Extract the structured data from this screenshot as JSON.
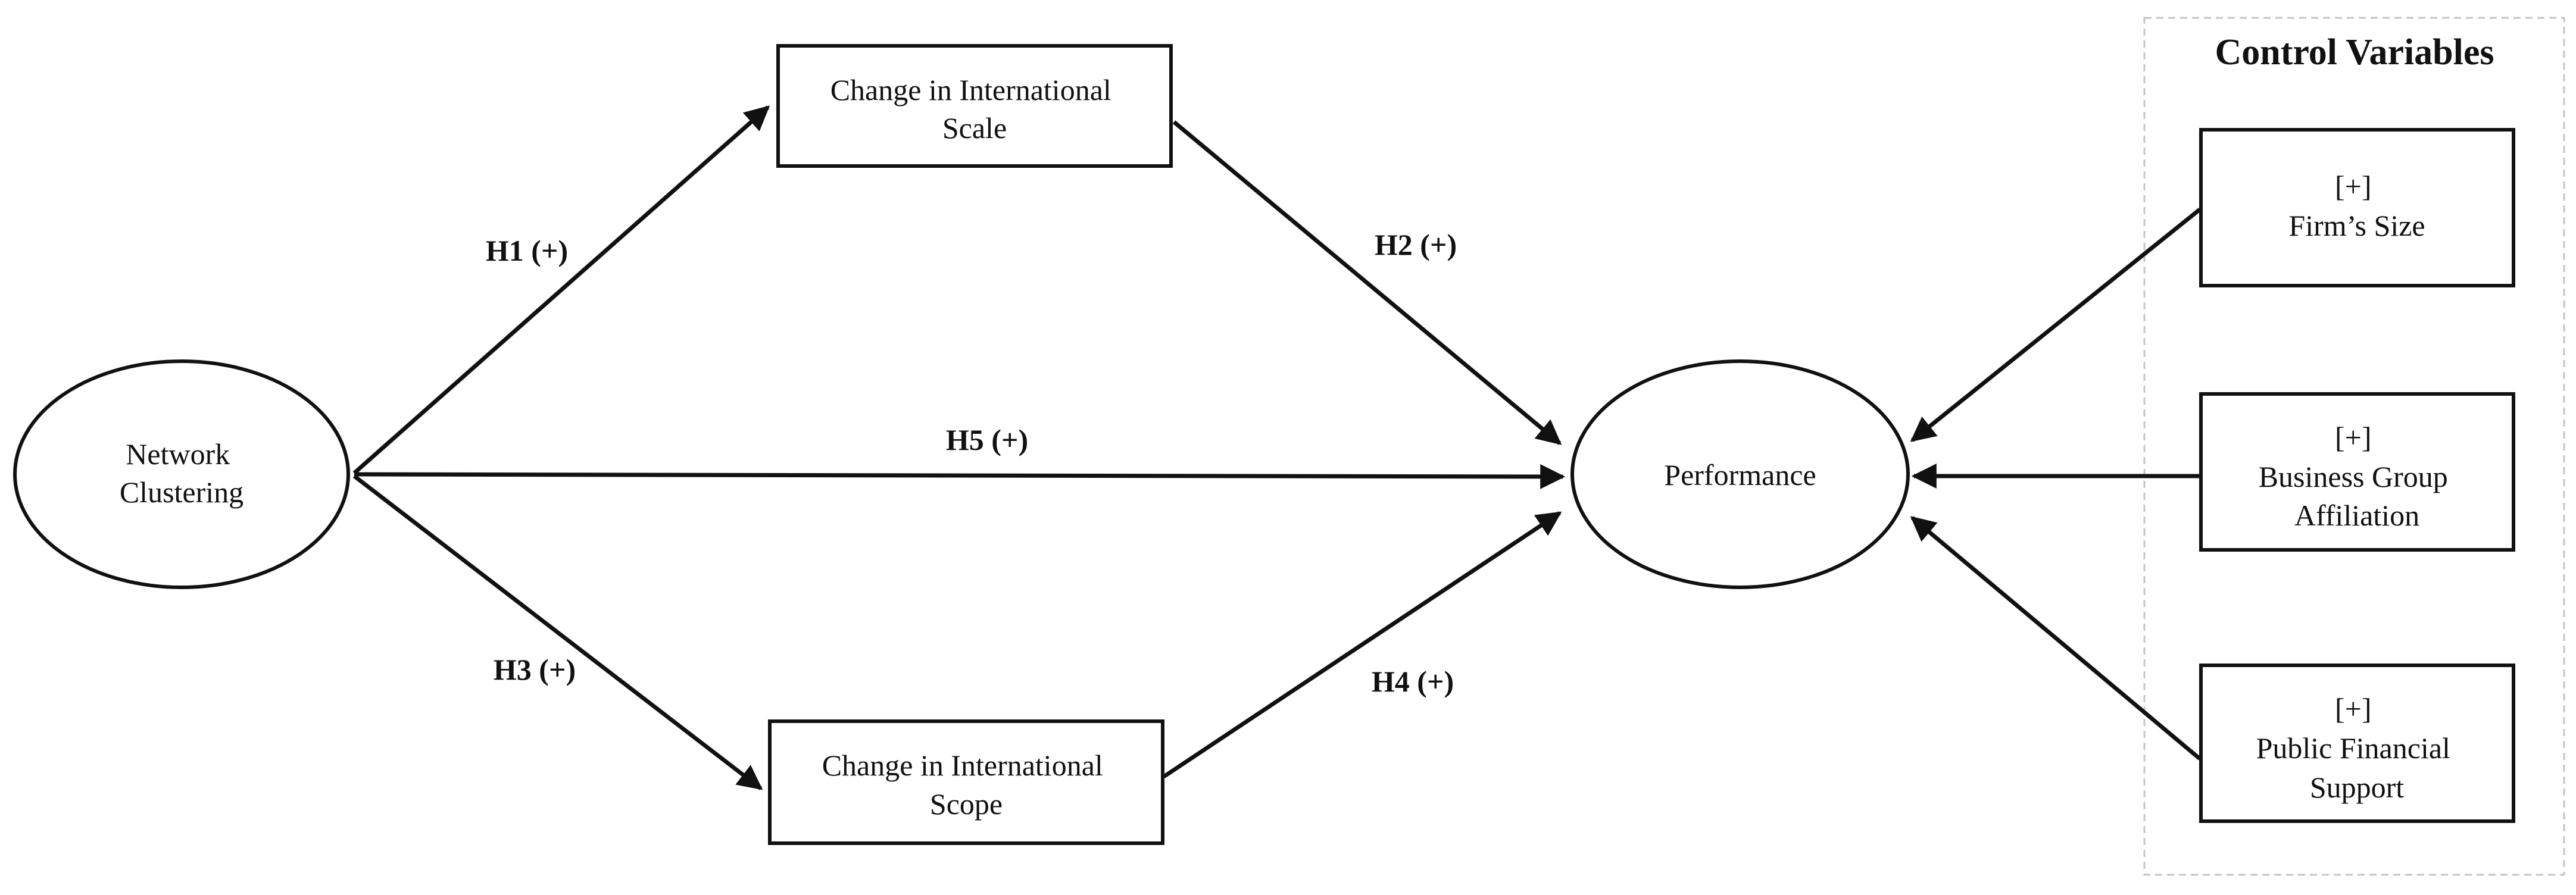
{
  "nodes": {
    "network": {
      "lines": [
        "Network",
        "Clustering"
      ]
    },
    "scale": {
      "lines": [
        "Change in International",
        "Scale"
      ]
    },
    "scope": {
      "lines": [
        "Change in International",
        "Scope"
      ]
    },
    "performance": {
      "lines": [
        "Performance"
      ]
    }
  },
  "hypotheses": {
    "h1": "H1 (+)",
    "h2": "H2 (+)",
    "h3": "H3 (+)",
    "h4": "H4 (+)",
    "h5": "H5 (+)"
  },
  "controls": {
    "title": "Control Variables",
    "size": {
      "lines": [
        "[+]",
        "Firm’s Size"
      ]
    },
    "group": {
      "lines": [
        "[+]",
        "Business Group",
        "Affiliation"
      ]
    },
    "support": {
      "lines": [
        "[+]",
        "Public Financial",
        "Support"
      ]
    }
  },
  "colors": {
    "stroke": "#111111",
    "frame": "#c4c4c4",
    "background": "#ffffff"
  }
}
